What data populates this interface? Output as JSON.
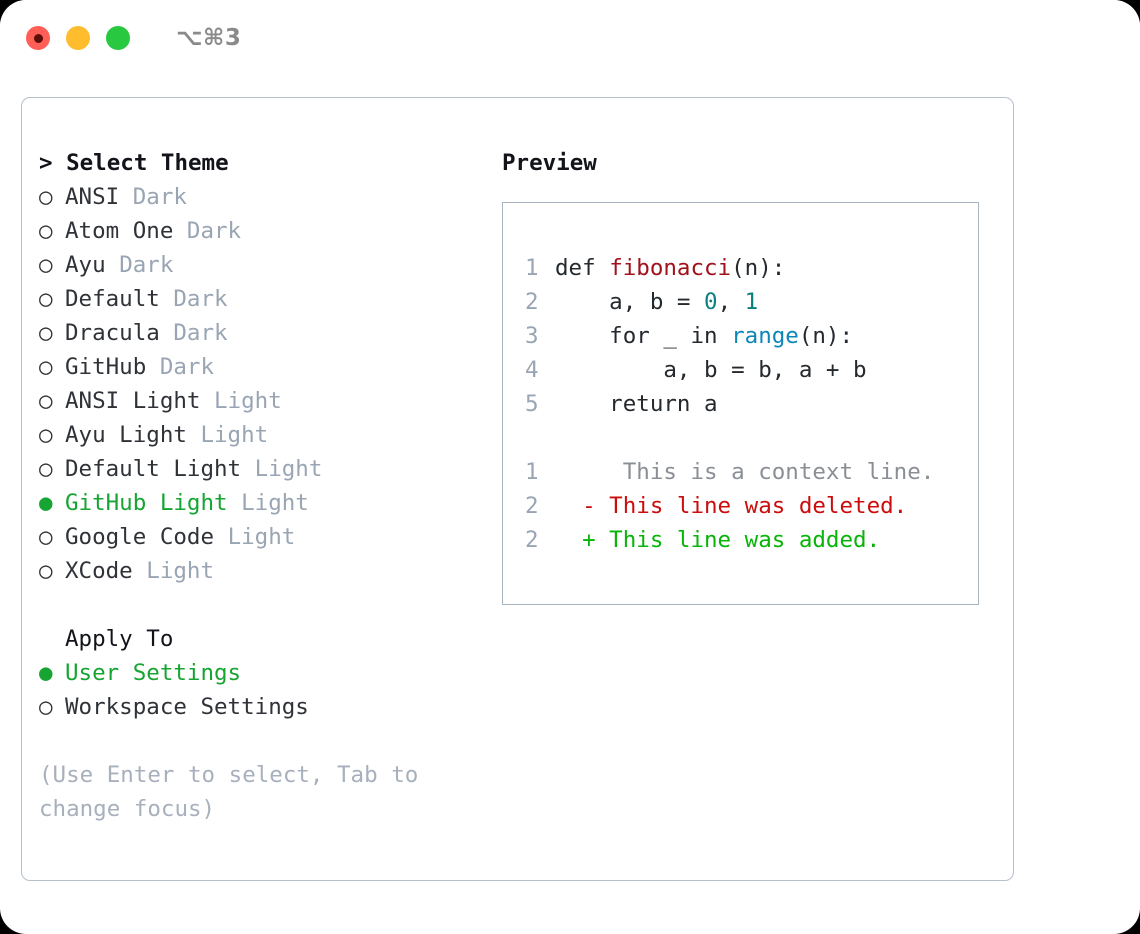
{
  "window": {
    "shortcut": "⌥⌘3",
    "traffic_lights": [
      {
        "name": "close",
        "color": "#ff5f57"
      },
      {
        "name": "minimize",
        "color": "#ffbd2e"
      },
      {
        "name": "maximize",
        "color": "#28c840"
      }
    ]
  },
  "theme_picker": {
    "heading": "> Select Theme",
    "marker_unselected": "○",
    "marker_selected": "●",
    "selected_color": "#16a532",
    "variant_color": "#9aa5b4",
    "items": [
      {
        "name": "ANSI",
        "variant": "Dark",
        "selected": false
      },
      {
        "name": "Atom One",
        "variant": "Dark",
        "selected": false
      },
      {
        "name": "Ayu",
        "variant": "Dark",
        "selected": false
      },
      {
        "name": "Default",
        "variant": "Dark",
        "selected": false
      },
      {
        "name": "Dracula",
        "variant": "Dark",
        "selected": false
      },
      {
        "name": "GitHub",
        "variant": "Dark",
        "selected": false
      },
      {
        "name": "ANSI Light",
        "variant": "Light",
        "selected": false
      },
      {
        "name": "Ayu Light",
        "variant": "Light",
        "selected": false
      },
      {
        "name": "Default Light",
        "variant": "Light",
        "selected": false
      },
      {
        "name": "GitHub Light",
        "variant": "Light",
        "selected": true
      },
      {
        "name": "Google Code",
        "variant": "Light",
        "selected": false
      },
      {
        "name": "XCode",
        "variant": "Light",
        "selected": false
      }
    ]
  },
  "apply_to": {
    "heading": "Apply To",
    "items": [
      {
        "name": "User Settings",
        "selected": true
      },
      {
        "name": "Workspace Settings",
        "selected": false
      }
    ]
  },
  "hint": "(Use Enter to select, Tab to change focus)",
  "preview": {
    "title": "Preview",
    "code_lines": [
      {
        "num": "1",
        "tokens": [
          {
            "text": "def ",
            "kind": "plain"
          },
          {
            "text": "fibonacci",
            "kind": "fn"
          },
          {
            "text": "(n):",
            "kind": "plain"
          }
        ]
      },
      {
        "num": "2",
        "tokens": [
          {
            "text": "    a, b = ",
            "kind": "plain"
          },
          {
            "text": "0",
            "kind": "num"
          },
          {
            "text": ", ",
            "kind": "plain"
          },
          {
            "text": "1",
            "kind": "num"
          }
        ]
      },
      {
        "num": "3",
        "tokens": [
          {
            "text": "    for _ in ",
            "kind": "plain"
          },
          {
            "text": "range",
            "kind": "call"
          },
          {
            "text": "(n):",
            "kind": "plain"
          }
        ]
      },
      {
        "num": "4",
        "tokens": [
          {
            "text": "        a, b = b, a + b",
            "kind": "plain"
          }
        ]
      },
      {
        "num": "5",
        "tokens": [
          {
            "text": "    return a",
            "kind": "plain"
          }
        ]
      }
    ],
    "diff_lines": [
      {
        "num": "1",
        "sign": " ",
        "text": "  This is a context line.",
        "kind": "ctx"
      },
      {
        "num": "2",
        "sign": "-",
        "text": " This line was deleted.",
        "kind": "del"
      },
      {
        "num": "2",
        "sign": "+",
        "text": " This line was added.",
        "kind": "add"
      }
    ]
  }
}
